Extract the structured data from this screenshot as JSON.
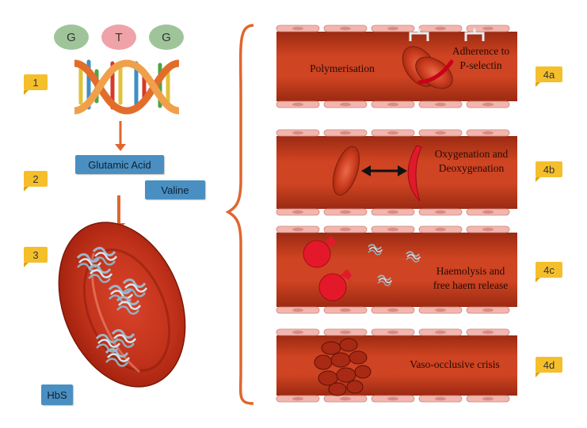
{
  "nucleotides": [
    {
      "letter": "G",
      "color": "#9fc49a"
    },
    {
      "letter": "T",
      "color": "#efa3a8"
    },
    {
      "letter": "G",
      "color": "#9fc49a"
    }
  ],
  "steps": {
    "s1": "1",
    "s2": "2",
    "s3": "3",
    "s4a": "4a",
    "s4b": "4b",
    "s4c": "4c",
    "s4d": "4d"
  },
  "labels": {
    "glutamic": "Glutamic Acid",
    "valine": "Valine",
    "hbs": "HbS"
  },
  "vessels": {
    "polymerisation": "Polymerisation",
    "adherence_line1": "Adherence to",
    "adherence_line2": "P-selectin",
    "oxygenation_line1": "Oxygenation and",
    "oxygenation_line2": "Deoxygenation",
    "haemolysis_line1": "Haemolysis and",
    "haemolysis_line2": "free haem release",
    "vaso": "Vaso-occlusive crisis"
  },
  "colors": {
    "vessel": "#c63a1e",
    "vessel_dark": "#8e2410",
    "tag": "#f4bf2b",
    "box": "#4a8fc2",
    "arrow": "#e0662f",
    "brace": "#e0662f"
  }
}
